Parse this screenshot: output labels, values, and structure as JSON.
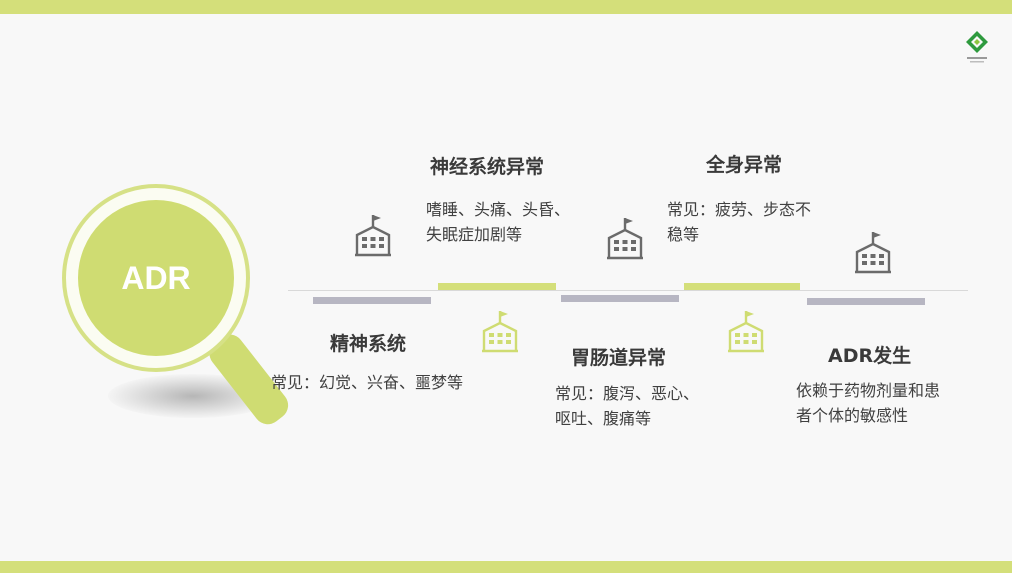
{
  "center": {
    "label": "ADR"
  },
  "items": [
    {
      "title": "神经系统异常",
      "desc_lines": [
        "嗜睡、头痛、头昏、",
        "失眠症加剧等"
      ]
    },
    {
      "title": "全身异常",
      "desc_lines": [
        "常见：疲劳、步态不",
        "稳等"
      ]
    },
    {
      "title": "精神系统",
      "desc_lines": [
        "常见：幻觉、兴奋、噩梦等"
      ]
    },
    {
      "title": "胃肠道异常",
      "desc_lines": [
        "常见：腹泻、恶心、",
        "呕吐、腹痛等"
      ]
    },
    {
      "title": "ADR发生",
      "desc_lines": [
        "依赖于药物剂量和患",
        "者个体的敏感性"
      ]
    }
  ],
  "icons": {
    "building_upper": "building-with-flag-icon",
    "building_lower": "building-with-flag-icon",
    "logo": "company-logo-icon"
  },
  "colors": {
    "accent_green": "#d4df7a",
    "lens_green": "#cfdc72",
    "gray_bar": "#b7b6c2",
    "icon_gray": "#6b6b6b",
    "text_dark": "#3a3a3a"
  }
}
